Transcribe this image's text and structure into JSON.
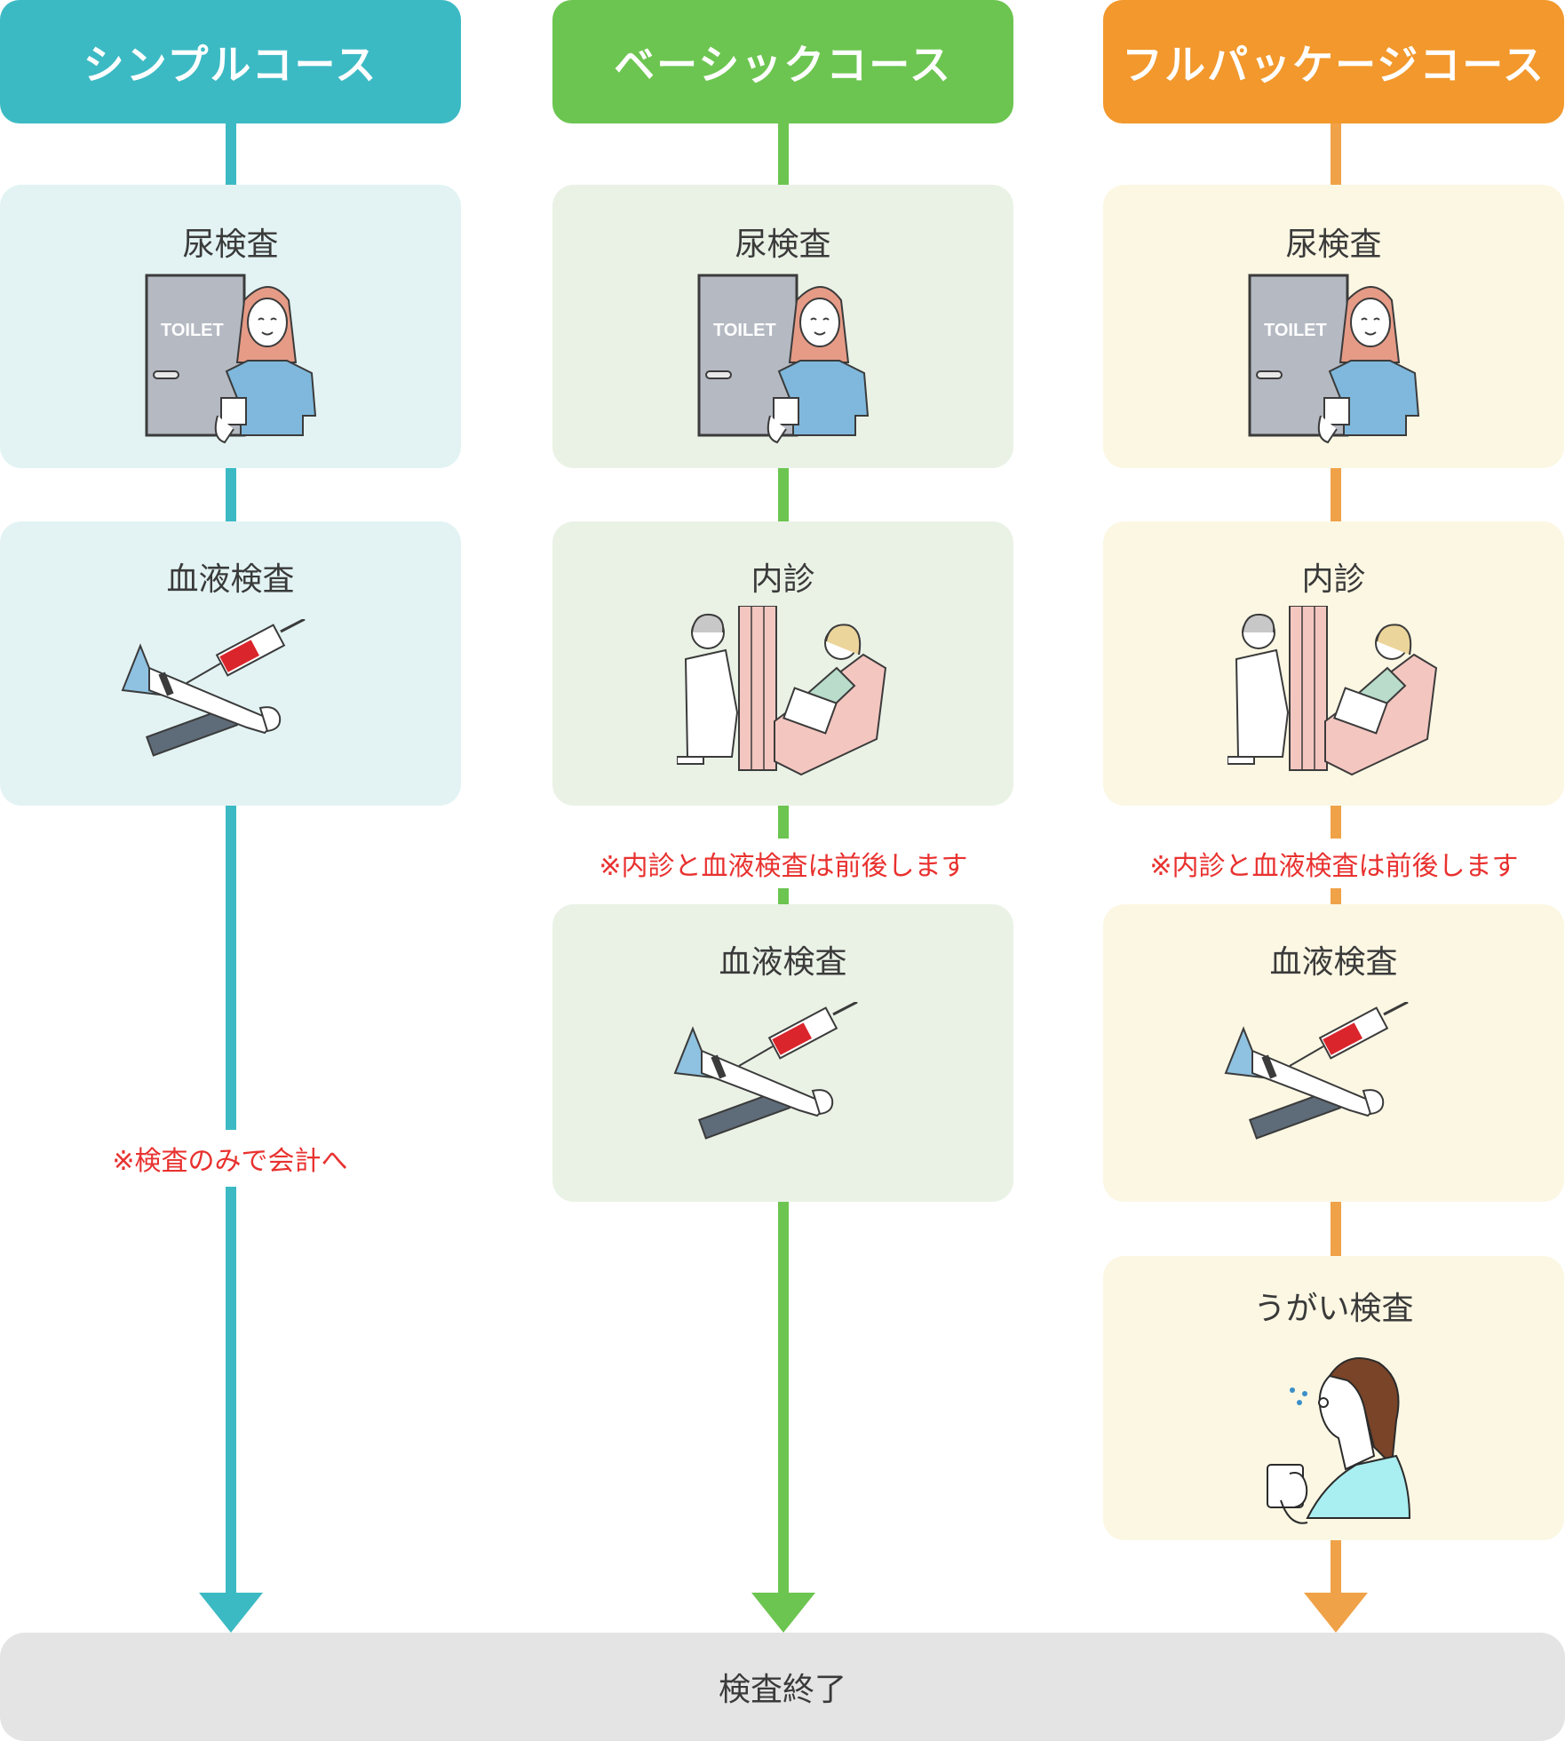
{
  "courses": {
    "simple": {
      "title": "シンプルコース",
      "color": "#3cbac4",
      "card_bg": "#e3f3f3",
      "steps": [
        "尿検査",
        "血液検査"
      ],
      "note": "※検査のみで会計へ"
    },
    "basic": {
      "title": "ベーシックコース",
      "color": "#6cc550",
      "card_bg": "#eaf2e6",
      "steps": [
        "尿検査",
        "内診",
        "血液検査"
      ],
      "note": "※内診と血液検査は前後します"
    },
    "full": {
      "title": "フルパッケージコース",
      "color": "#f2982c",
      "card_bg": "#fbf7e3",
      "steps": [
        "尿検査",
        "内診",
        "血液検査",
        "うがい検査"
      ],
      "note": "※内診と血液検査は前後します"
    }
  },
  "illustration_text": {
    "toilet_sign": "TOILET"
  },
  "icons": [
    "urine-test-illustration",
    "blood-test-illustration",
    "internal-exam-illustration",
    "gargle-test-illustration"
  ],
  "end": {
    "label": "検査終了"
  }
}
